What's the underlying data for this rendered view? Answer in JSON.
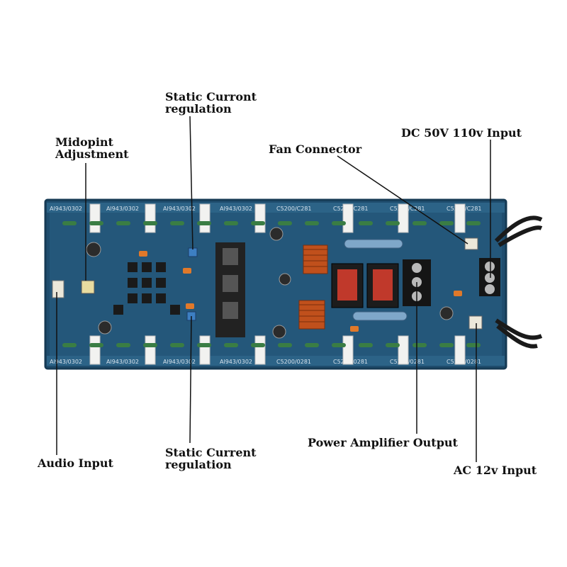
{
  "labels": {
    "midpoint": [
      "Midopint",
      "Adjustment"
    ],
    "static_top": [
      "Static Curront",
      "regulation"
    ],
    "fan": "Fan Connector",
    "dc_input": "DC 50V 110v Input",
    "audio_input": "Audio Input",
    "static_bottom": [
      "Static Current",
      "regulation"
    ],
    "amp_output": "Power Amplifier Output",
    "ac_input": "AC 12v Input"
  },
  "silkscreen": {
    "top": [
      "Al943/0302",
      "Al943/0302",
      "Al943/0302",
      "Al943/0302",
      "C5200/C281",
      "C5200/C281",
      "C5200/C281",
      "C5200/C281"
    ],
    "bottom": [
      "Al943/0302",
      "Al943/0302",
      "Al943/0302",
      "Al943/0302",
      "C5200/0281",
      "C5200/0281",
      "C5200/0281",
      "C5200/0281"
    ]
  },
  "colors": {
    "pcb": "#1f4d6e",
    "pcb_edge": "#163a54",
    "bracket": "#f2f2f0",
    "capacitor": "#3a7d44",
    "coil": "#c0501c",
    "relay": "#c0392b",
    "line": "#111111"
  }
}
